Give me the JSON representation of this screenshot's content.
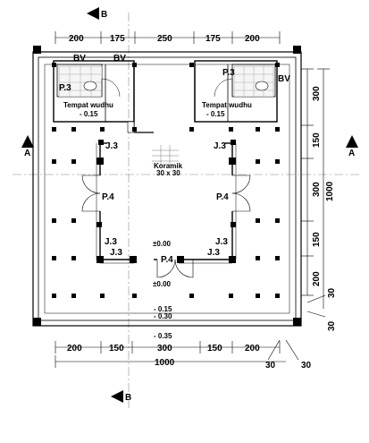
{
  "sections": {
    "b": "B",
    "a": "A"
  },
  "dims": {
    "top": [
      "200",
      "175",
      "250",
      "175",
      "200"
    ],
    "bottom": [
      "200",
      "150",
      "300",
      "150",
      "200"
    ],
    "bottom_total": "1000",
    "bottom_small": [
      "30",
      "30"
    ],
    "right": [
      "300",
      "150",
      "300",
      "150",
      "200"
    ],
    "right_total": "1000",
    "right_small": [
      "30",
      "30"
    ]
  },
  "labels": {
    "bv": "BV",
    "p3": "P.3",
    "p4": "P.4",
    "j3": "J.3",
    "wudhu": "Tempat wudhu",
    "wudhu_level": "- 0.15",
    "floor": "Koramik",
    "floor_size": "30 x 30"
  },
  "levels": [
    "±0.00",
    "±0.00",
    "- 0.15",
    "- 0.30",
    "- 0.35"
  ]
}
